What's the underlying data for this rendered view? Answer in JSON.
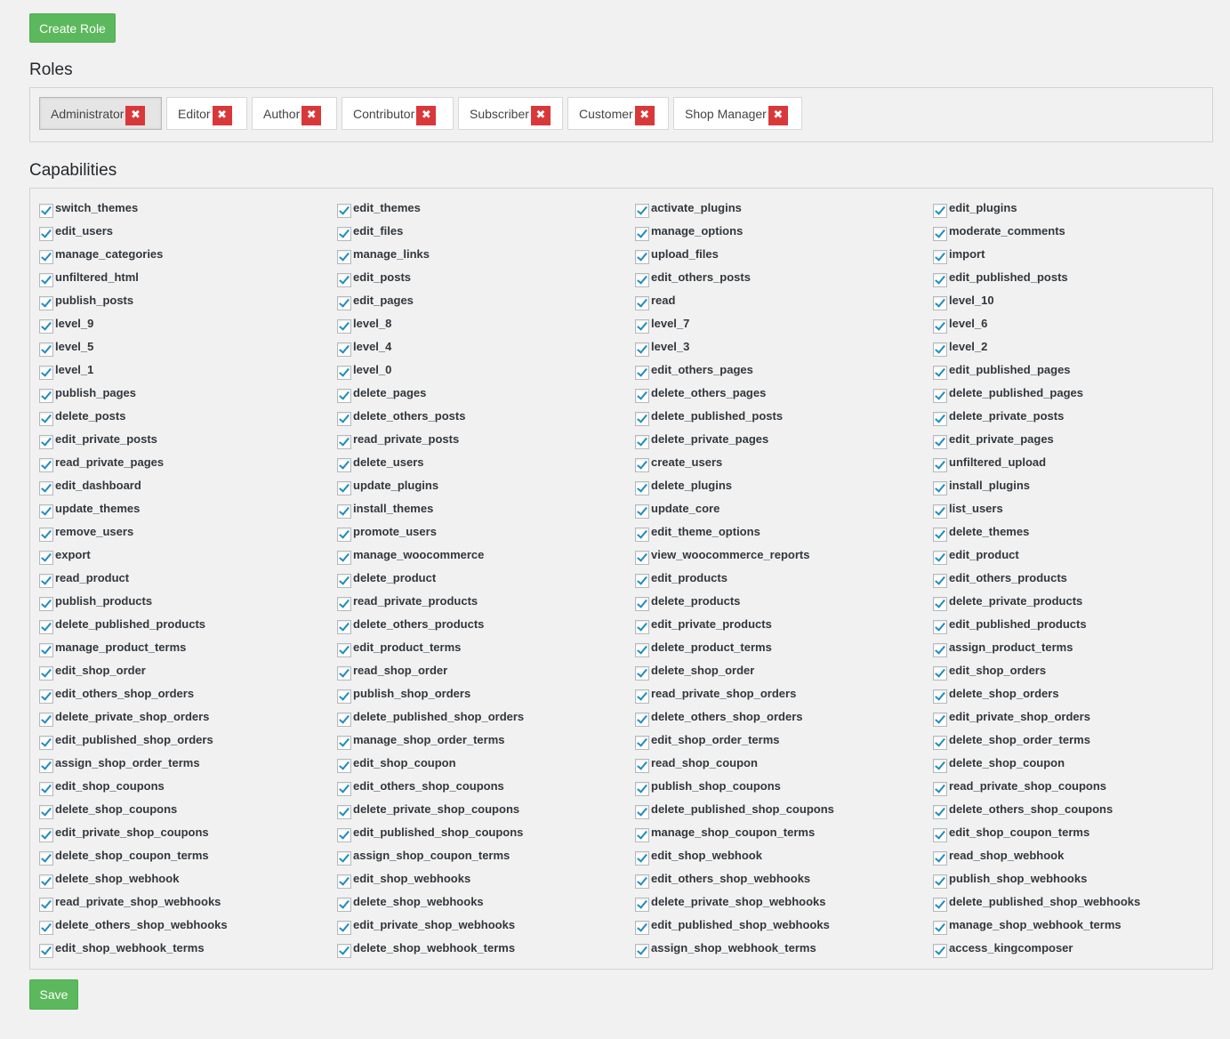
{
  "buttons": {
    "create_role": "Create Role",
    "save": "Save"
  },
  "headings": {
    "roles": "Roles",
    "capabilities": "Capabilities"
  },
  "roles": [
    {
      "label": "Administrator",
      "active": true
    },
    {
      "label": "Editor",
      "active": false
    },
    {
      "label": "Author",
      "active": false
    },
    {
      "label": "Contributor",
      "active": false
    },
    {
      "label": "Subscriber",
      "active": false
    },
    {
      "label": "Customer",
      "active": false
    },
    {
      "label": "Shop Manager",
      "active": false
    }
  ],
  "remove_icon": "close-icon",
  "colors": {
    "accent_green": "#5cb85c",
    "remove_red": "#d9383a",
    "check_blue": "#1e8cbe"
  },
  "capabilities": {
    "col1": [
      "switch_themes",
      "edit_users",
      "manage_categories",
      "unfiltered_html",
      "publish_posts",
      "level_9",
      "level_5",
      "level_1",
      "publish_pages",
      "delete_posts",
      "edit_private_posts",
      "read_private_pages",
      "edit_dashboard",
      "update_themes",
      "remove_users",
      "export",
      "read_product",
      "publish_products",
      "delete_published_products",
      "manage_product_terms",
      "edit_shop_order",
      "edit_others_shop_orders",
      "delete_private_shop_orders",
      "edit_published_shop_orders",
      "assign_shop_order_terms",
      "edit_shop_coupons",
      "delete_shop_coupons",
      "edit_private_shop_coupons",
      "delete_shop_coupon_terms",
      "delete_shop_webhook",
      "read_private_shop_webhooks",
      "delete_others_shop_webhooks",
      "edit_shop_webhook_terms"
    ],
    "col2": [
      "edit_themes",
      "edit_files",
      "manage_links",
      "edit_posts",
      "edit_pages",
      "level_8",
      "level_4",
      "level_0",
      "delete_pages",
      "delete_others_posts",
      "read_private_posts",
      "delete_users",
      "update_plugins",
      "install_themes",
      "promote_users",
      "manage_woocommerce",
      "delete_product",
      "read_private_products",
      "delete_others_products",
      "edit_product_terms",
      "read_shop_order",
      "publish_shop_orders",
      "delete_published_shop_orders",
      "manage_shop_order_terms",
      "edit_shop_coupon",
      "edit_others_shop_coupons",
      "delete_private_shop_coupons",
      "edit_published_shop_coupons",
      "assign_shop_coupon_terms",
      "edit_shop_webhooks",
      "delete_shop_webhooks",
      "edit_private_shop_webhooks",
      "delete_shop_webhook_terms"
    ],
    "col3": [
      "activate_plugins",
      "manage_options",
      "upload_files",
      "edit_others_posts",
      "read",
      "level_7",
      "level_3",
      "edit_others_pages",
      "delete_others_pages",
      "delete_published_posts",
      "delete_private_pages",
      "create_users",
      "delete_plugins",
      "update_core",
      "edit_theme_options",
      "view_woocommerce_reports",
      "edit_products",
      "delete_products",
      "edit_private_products",
      "delete_product_terms",
      "delete_shop_order",
      "read_private_shop_orders",
      "delete_others_shop_orders",
      "edit_shop_order_terms",
      "read_shop_coupon",
      "publish_shop_coupons",
      "delete_published_shop_coupons",
      "manage_shop_coupon_terms",
      "edit_shop_webhook",
      "edit_others_shop_webhooks",
      "delete_private_shop_webhooks",
      "edit_published_shop_webhooks",
      "assign_shop_webhook_terms"
    ],
    "col4": [
      "edit_plugins",
      "moderate_comments",
      "import",
      "edit_published_posts",
      "level_10",
      "level_6",
      "level_2",
      "edit_published_pages",
      "delete_published_pages",
      "delete_private_posts",
      "edit_private_pages",
      "unfiltered_upload",
      "install_plugins",
      "list_users",
      "delete_themes",
      "edit_product",
      "edit_others_products",
      "delete_private_products",
      "edit_published_products",
      "assign_product_terms",
      "edit_shop_orders",
      "delete_shop_orders",
      "edit_private_shop_orders",
      "delete_shop_order_terms",
      "delete_shop_coupon",
      "read_private_shop_coupons",
      "delete_others_shop_coupons",
      "edit_shop_coupon_terms",
      "read_shop_webhook",
      "publish_shop_webhooks",
      "delete_published_shop_webhooks",
      "manage_shop_webhook_terms",
      "access_kingcomposer"
    ]
  }
}
